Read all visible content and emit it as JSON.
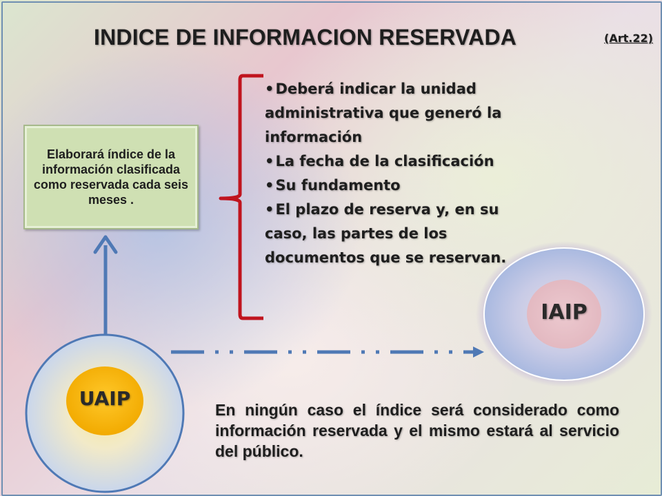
{
  "title": "INDICE DE INFORMACION RESERVADA",
  "article": "(Art.22)",
  "box_text": "Elaborará índice de la información clasificada como reservada cada seis meses .",
  "bullets": [
    "Deberá indicar la unidad administrativa que generó la información",
    "La fecha de la clasificación",
    "Su fundamento",
    "El plazo de reserva y, en su caso, las partes de los documentos que se reservan."
  ],
  "uaip_label": "UAIP",
  "iaip_label": "IAIP",
  "bottom_text": "En ningún caso el índice será considerado como información reservada y el mismo estará al servicio del público.",
  "colors": {
    "bracket": "#c0141e",
    "arrow": "#4f79b5",
    "uaip_core": "#f4b400",
    "iaip_core": "#e8c6cc",
    "box_fill": "#cfe0b3"
  }
}
